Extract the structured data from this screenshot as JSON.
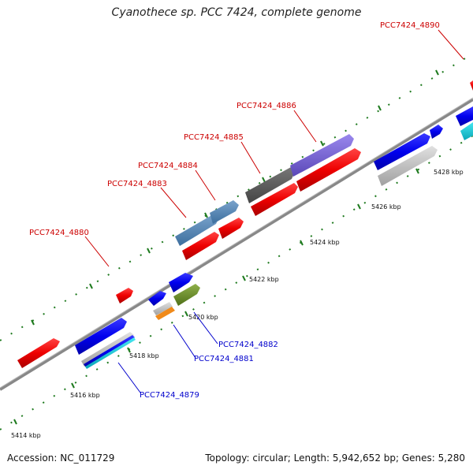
{
  "title": "Cyanothece sp. PCC 7424, complete genome",
  "footer": {
    "accession": "Accession: NC_011729",
    "summary": "Topology: circular; Length: 5,942,652 bp; Genes: 5,280"
  },
  "ticks": [
    "5414 kbp",
    "5416 kbp",
    "5418 kbp",
    "5420 kbp",
    "5422 kbp",
    "5424 kbp",
    "5426 kbp",
    "5428 kbp"
  ],
  "labels": {
    "upper": [
      "PCC7424_4890",
      "PCC7424_4886",
      "PCC7424_4885",
      "PCC7424_4884",
      "PCC7424_4883",
      "PCC7424_4880"
    ],
    "lower": [
      "PCC7424_4882",
      "PCC7424_4881",
      "PCC7424_4879"
    ]
  },
  "colors": {
    "label_upper": "#cc0000",
    "label_lower": "#0000cc",
    "tick": "#1e7a1e",
    "backbone": "#888888"
  }
}
